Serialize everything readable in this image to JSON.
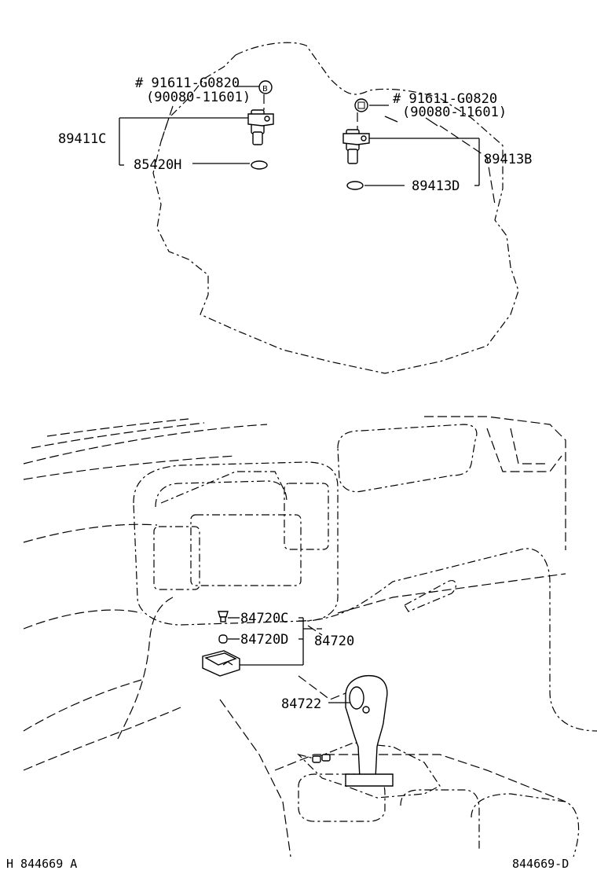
{
  "upper": {
    "left_ref_1": "# 91611-G0820",
    "left_ref_2": "(90080-11601)",
    "right_ref_1": "# 91611-G0820",
    "right_ref_2": "(90080-11601)",
    "part_89411C": "89411C",
    "part_85420H": "85420H",
    "part_89413B": "89413B",
    "part_89413D": "89413D"
  },
  "lower": {
    "part_84720C": "84720C",
    "part_84720D": "84720D",
    "part_84720": "84720",
    "part_84722": "84722"
  },
  "footer": {
    "left_code": "H 844669 A",
    "right_code": "844669-D"
  }
}
